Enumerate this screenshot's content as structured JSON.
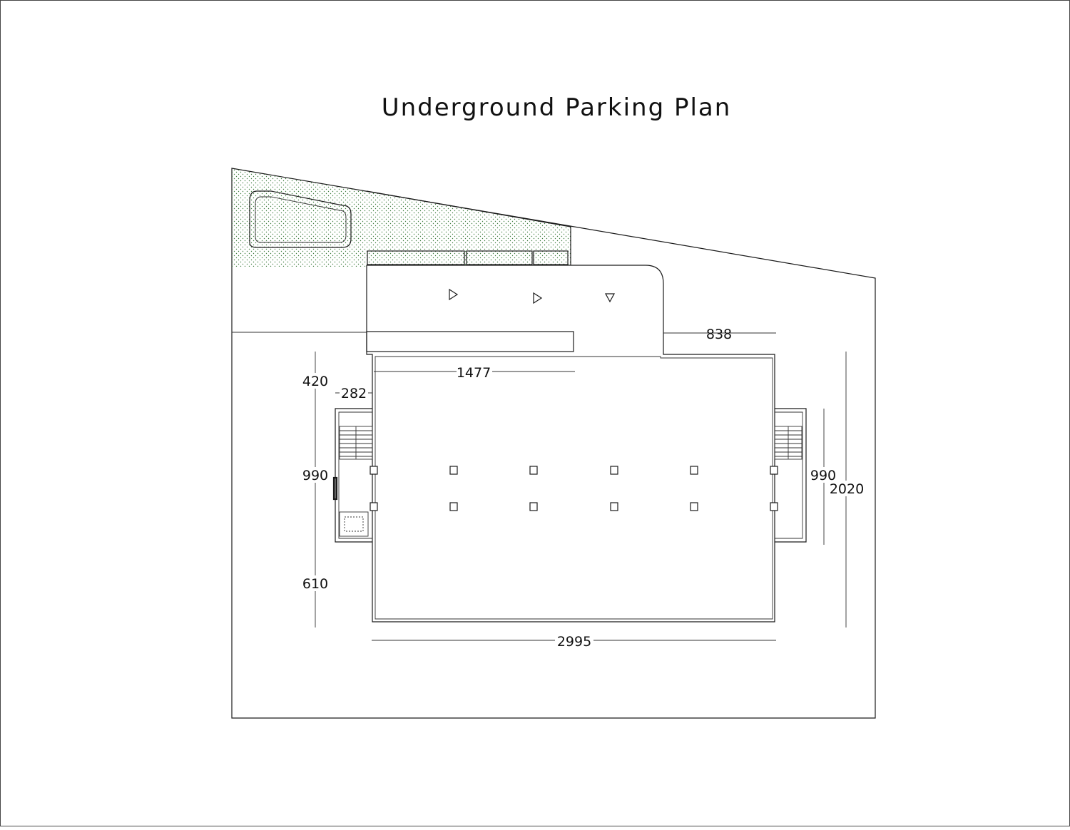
{
  "drawing": {
    "title": "Underground Parking Plan",
    "hatch_color": "#3f7d3f",
    "line_color": "#1a1a1a"
  },
  "dimensions": {
    "top_right_width": "838",
    "ramp_width": "1477",
    "left_top_offset": "420",
    "left_setback": "282",
    "left_middle": "990",
    "left_bottom": "610",
    "right_middle": "990",
    "overall_depth": "2020",
    "overall_width": "2995"
  }
}
